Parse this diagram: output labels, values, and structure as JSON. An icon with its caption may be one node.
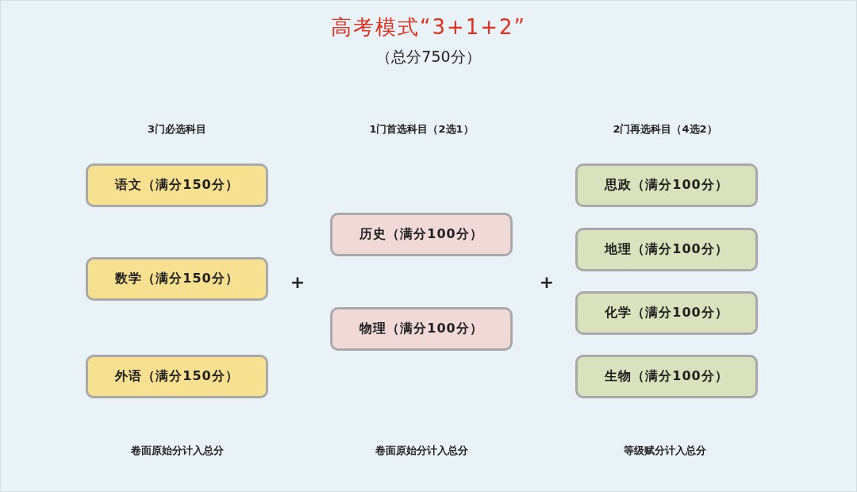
{
  "diagram": {
    "title": "高考模式“3+1+2”",
    "nodes": [
      {
        "text": [
          "语文（满分150分）"
        ]
      },
      {
        "text": [
          "数学（满分150分）"
        ]
      },
      {
        "text": [
          "外语（满分150分）"
        ]
      },
      {
        "text": [
          "历史（满分100分）"
        ]
      },
      {
        "text": [
          "物理（满分100分）"
        ]
      },
      {
        "text": [
          "思政（满分100分）"
        ]
      },
      {
        "text": [
          "地理（满分100分）"
        ]
      },
      {
        "text": [
          "化学（满分100分）"
        ]
      },
      {
        "text": [
          "生物（满分100分）"
        ]
      }
    ],
    "labels": [
      "（总分750分）",
      "3门必选科目",
      "1门首选科目（2选1）",
      "2门再选科目（4选2）",
      "+",
      "+",
      "卷面原始分计入总分",
      "卷面原始分计入总分",
      "等级赋分计入总分"
    ]
  }
}
